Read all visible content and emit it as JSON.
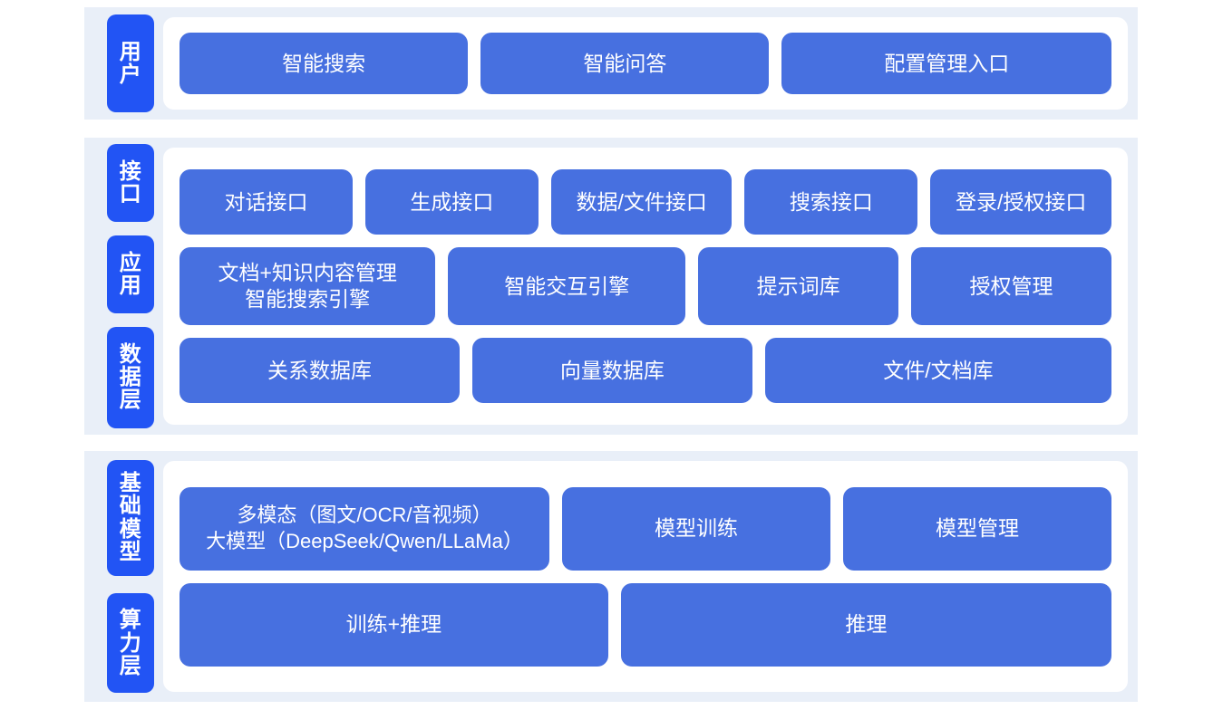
{
  "colors": {
    "band_background": "#e9eff8",
    "card_background": "#ffffff",
    "rail_chip": "#2254f4",
    "box": "#4770e0",
    "box_text": "#ffffff",
    "page_background": "#ffffff"
  },
  "bands": [
    {
      "id": "user",
      "rails": [
        {
          "label": "用户"
        }
      ],
      "rows": [
        {
          "boxes": [
            {
              "label": "智能搜索"
            },
            {
              "label": "智能问答"
            },
            {
              "label": "配置管理入口"
            }
          ]
        }
      ]
    },
    {
      "id": "platform",
      "rails": [
        {
          "label": "接口"
        },
        {
          "label": "应用"
        },
        {
          "label": "数据层"
        }
      ],
      "rows": [
        {
          "boxes": [
            {
              "label": "对话接口"
            },
            {
              "label": "生成接口"
            },
            {
              "label": "数据/文件接口"
            },
            {
              "label": "搜索接口"
            },
            {
              "label": "登录/授权接口"
            }
          ]
        },
        {
          "boxes": [
            {
              "label": "文档+知识内容管理\n智能搜索引擎"
            },
            {
              "label": "智能交互引擎"
            },
            {
              "label": "提示词库"
            },
            {
              "label": "授权管理"
            }
          ]
        },
        {
          "boxes": [
            {
              "label": "关系数据库"
            },
            {
              "label": "向量数据库"
            },
            {
              "label": "文件/文档库"
            }
          ]
        }
      ]
    },
    {
      "id": "infra",
      "rails": [
        {
          "label": "基础模型"
        },
        {
          "label": "算力层"
        }
      ],
      "rows": [
        {
          "boxes": [
            {
              "label": "多模态（图文/OCR/音视频）\n大模型（DeepSeek/Qwen/LLaMa）"
            },
            {
              "label": "模型训练"
            },
            {
              "label": "模型管理"
            }
          ]
        },
        {
          "boxes": [
            {
              "label": "训练+推理"
            },
            {
              "label": "推理"
            }
          ]
        }
      ]
    }
  ]
}
